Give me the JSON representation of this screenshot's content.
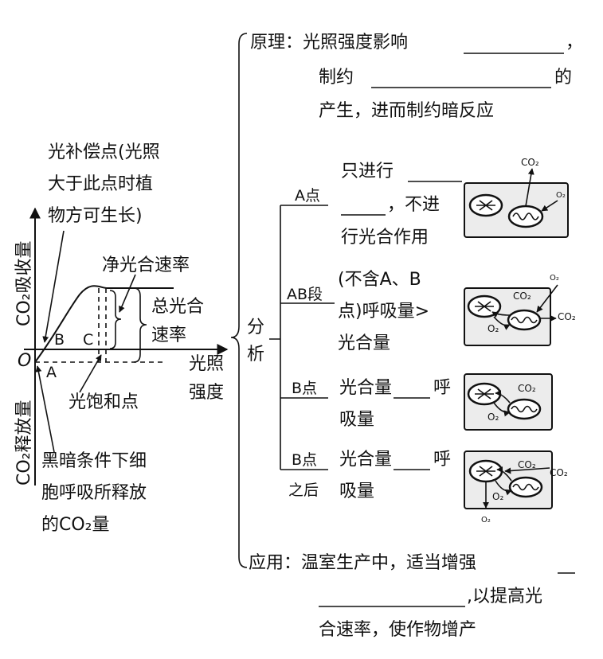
{
  "graph": {
    "y_axis_top": "CO₂吸收量",
    "y_axis_bottom": "CO₂释放量",
    "x_axis_line1": "光照",
    "x_axis_line2": "强度",
    "origin": "O",
    "point_A": "A",
    "point_B": "B",
    "point_C": "C",
    "note_compensation": [
      "光补偿点(光照",
      "大于此点时植",
      "物方可生长)"
    ],
    "note_net_rate": "净光合速率",
    "note_total_rate": [
      "总光合",
      "速率"
    ],
    "note_saturation": "光饱和点",
    "note_dark": [
      "黑暗条件下细",
      "胞呼吸所释放",
      "的CO₂量"
    ]
  },
  "outline": {
    "principle": [
      "原理：光照强度影响",
      "，",
      "制约",
      "的",
      "产生，进而制约暗反应"
    ],
    "analysis_label": [
      "分",
      "析"
    ],
    "branches": [
      {
        "label": "A点",
        "text": [
          "只进行",
          "，不进",
          "行光合作用"
        ]
      },
      {
        "label": "AB段",
        "text": [
          "(不含A、B",
          "点)呼吸量>",
          "光合量"
        ]
      },
      {
        "label": "B点",
        "text": [
          "光合量",
          "呼",
          "吸量"
        ]
      },
      {
        "label": "B点",
        "label2": "之后",
        "text": [
          "光合量",
          "呼",
          "吸量"
        ]
      }
    ],
    "application": [
      "应用：温室生产中，适当增强",
      ",以提高光",
      "合速率，使作物增产"
    ]
  },
  "cell_labels": {
    "co2": "CO₂",
    "o2": "O₂"
  }
}
